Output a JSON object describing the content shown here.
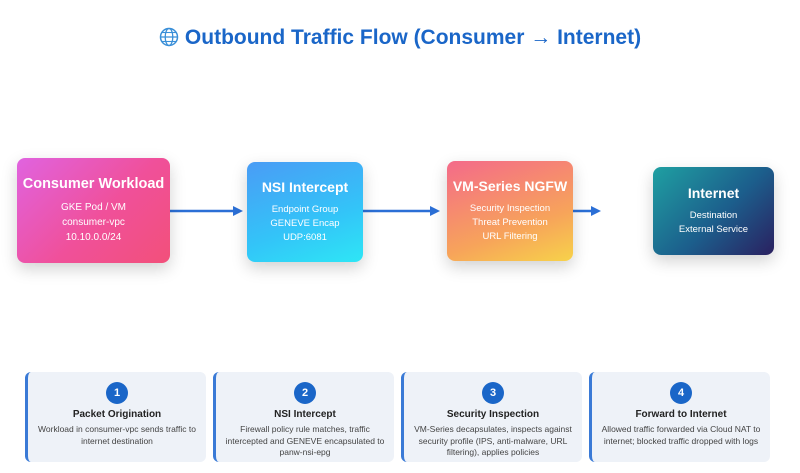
{
  "title": "Outbound Traffic Flow (Consumer → Internet)",
  "title_icon": "globe-icon",
  "nodes": {
    "consumer": {
      "title": "Consumer Workload",
      "lines": [
        "GKE Pod / VM",
        "consumer-vpc",
        "10.10.0.0/24"
      ]
    },
    "nsi": {
      "title": "NSI Intercept",
      "lines": [
        "Endpoint Group",
        "GENEVE Encap",
        "UDP:6081"
      ]
    },
    "ngfw": {
      "title": "VM-Series NGFW",
      "lines": [
        "Security Inspection",
        "Threat Prevention",
        "URL Filtering"
      ]
    },
    "internet": {
      "title": "Internet",
      "lines": [
        "Destination",
        "External Service"
      ]
    }
  },
  "steps": [
    {
      "number": "1",
      "title": "Packet Origination",
      "desc": "Workload in consumer-vpc sends traffic to internet destination"
    },
    {
      "number": "2",
      "title": "NSI Intercept",
      "desc": "Firewall policy rule matches, traffic intercepted and GENEVE encapsulated to panw-nsi-epg"
    },
    {
      "number": "3",
      "title": "Security Inspection",
      "desc": "VM-Series decapsulates, inspects against security profile (IPS, anti-malware, URL filtering), applies policies"
    },
    {
      "number": "4",
      "title": "Forward to Internet",
      "desc": "Allowed traffic forwarded via Cloud NAT to internet; blocked traffic dropped with logs"
    }
  ],
  "colors": {
    "accent": "#1a66c8",
    "arrow": "#2b6fd6"
  }
}
